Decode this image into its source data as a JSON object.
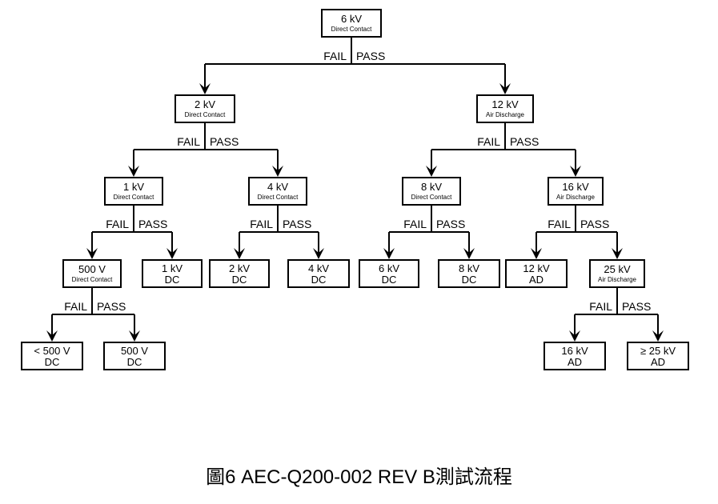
{
  "caption": "圖6 AEC-Q200-002 REV B測試流程",
  "branch_labels": {
    "fail": "FAIL",
    "pass": "PASS"
  },
  "nodes": [
    {
      "id": "n6kv",
      "main": "6 kV",
      "sub": "Direct Contact"
    },
    {
      "id": "n2kv",
      "main": "2 kV",
      "sub": "Direct Contact"
    },
    {
      "id": "n12kv",
      "main": "12 kV",
      "sub": "Air Discharge"
    },
    {
      "id": "n1kv",
      "main": "1 kV",
      "sub": "Direct Contact"
    },
    {
      "id": "n4kv",
      "main": "4 kV",
      "sub": "Direct Contact"
    },
    {
      "id": "n8kv",
      "main": "8 kV",
      "sub": "Direct Contact"
    },
    {
      "id": "n16kv",
      "main": "16 kV",
      "sub": "Air Discharge"
    },
    {
      "id": "n500v",
      "main": "500 V",
      "sub": "Direct Contact"
    },
    {
      "id": "n25kv",
      "main": "25 kV",
      "sub": "Air Discharge"
    }
  ],
  "results": [
    {
      "id": "r1kvdc",
      "line1": "1 kV",
      "line2": "DC"
    },
    {
      "id": "r2kvdc",
      "line1": "2 kV",
      "line2": "DC"
    },
    {
      "id": "r4kvdc",
      "line1": "4 kV",
      "line2": "DC"
    },
    {
      "id": "r6kvdc",
      "line1": "6 kV",
      "line2": "DC"
    },
    {
      "id": "r8kvdc",
      "line1": "8 kV",
      "line2": "DC"
    },
    {
      "id": "r12kvad",
      "line1": "12 kV",
      "line2": "AD"
    },
    {
      "id": "rlt500",
      "line1": "< 500 V",
      "line2": "DC"
    },
    {
      "id": "r500vdc",
      "line1": "500 V",
      "line2": "DC"
    },
    {
      "id": "r16kvad",
      "line1": "16 kV",
      "line2": "AD"
    },
    {
      "id": "rge25",
      "line1": "≥ 25 kV",
      "line2": "AD"
    }
  ],
  "edges": [
    {
      "from": "n6kv",
      "fail": "n2kv",
      "pass": "n12kv"
    },
    {
      "from": "n2kv",
      "fail": "n1kv",
      "pass": "n4kv"
    },
    {
      "from": "n12kv",
      "fail": "n8kv",
      "pass": "n16kv"
    },
    {
      "from": "n1kv",
      "fail": "n500v",
      "pass": "r1kvdc"
    },
    {
      "from": "n4kv",
      "fail": "r2kvdc",
      "pass": "r4kvdc"
    },
    {
      "from": "n8kv",
      "fail": "r6kvdc",
      "pass": "r8kvdc"
    },
    {
      "from": "n16kv",
      "fail": "r12kvad",
      "pass": "n25kv"
    },
    {
      "from": "n500v",
      "fail": "rlt500",
      "pass": "r500vdc"
    },
    {
      "from": "n25kv",
      "fail": "r16kvad",
      "pass": "rge25"
    }
  ]
}
